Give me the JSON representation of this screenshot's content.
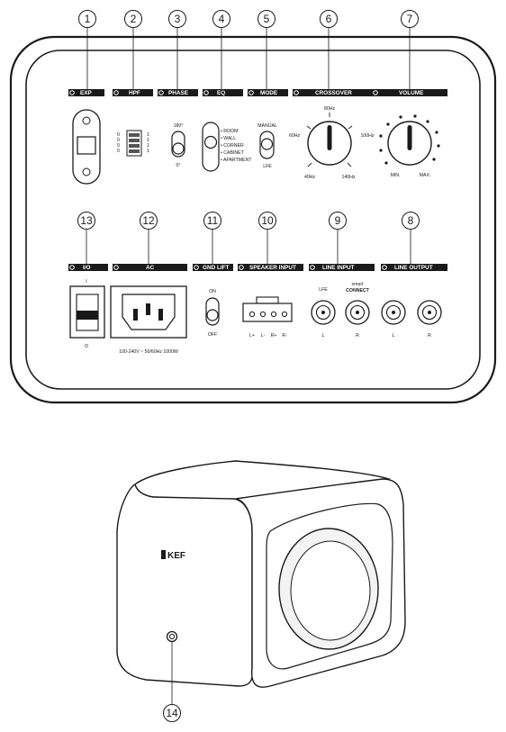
{
  "callouts_top": [
    "1",
    "2",
    "3",
    "4",
    "5",
    "6",
    "7"
  ],
  "callouts_bottom": [
    "13",
    "12",
    "11",
    "10",
    "9",
    "8"
  ],
  "callout_bottom_right": "14",
  "section_labels_top": [
    "EXP",
    "HPF",
    "PHASE",
    "EQ",
    "MODE",
    "CROSSOVER",
    "VOLUME"
  ],
  "section_labels_bottom": [
    "I/O",
    "AC",
    "GND LIFT",
    "SPEAKER INPUT",
    "LINE INPUT",
    "LINE OUTPUT"
  ],
  "hpf": {
    "left_digits": [
      "0",
      "0",
      "0",
      "0"
    ],
    "right_digits": [
      "1",
      "1",
      "1",
      "1"
    ]
  },
  "phase": {
    "top": "180°",
    "bottom": "0°"
  },
  "eq": {
    "options": [
      "• ROOM",
      "• WALL",
      "• CORNER",
      "• CABINET",
      "• APARTMENT"
    ]
  },
  "mode": {
    "top": "MANUAL",
    "bottom": "LFE"
  },
  "crossover": {
    "labels": [
      "80Hz",
      "60Hz",
      "100Hz",
      "40Hz",
      "140Hz"
    ]
  },
  "volume": {
    "min": "MIN.",
    "max": "MAX."
  },
  "io": {
    "on_symbol": "I",
    "off_symbol": "O"
  },
  "ac": {
    "rating": "100-240V ~ 50/60Hz 1000W"
  },
  "gnd_lift": {
    "on": "ON",
    "off": "OFF"
  },
  "speaker_input": {
    "terminals": [
      "L+",
      "L-",
      "R+",
      "R-"
    ]
  },
  "line_input": {
    "lfe": "LFE",
    "brand_top": "smart",
    "brand_bottom": "CONNECT",
    "left": "L",
    "right": "R"
  },
  "line_output": {
    "left": "L",
    "right": "R"
  },
  "logo": "KEF"
}
